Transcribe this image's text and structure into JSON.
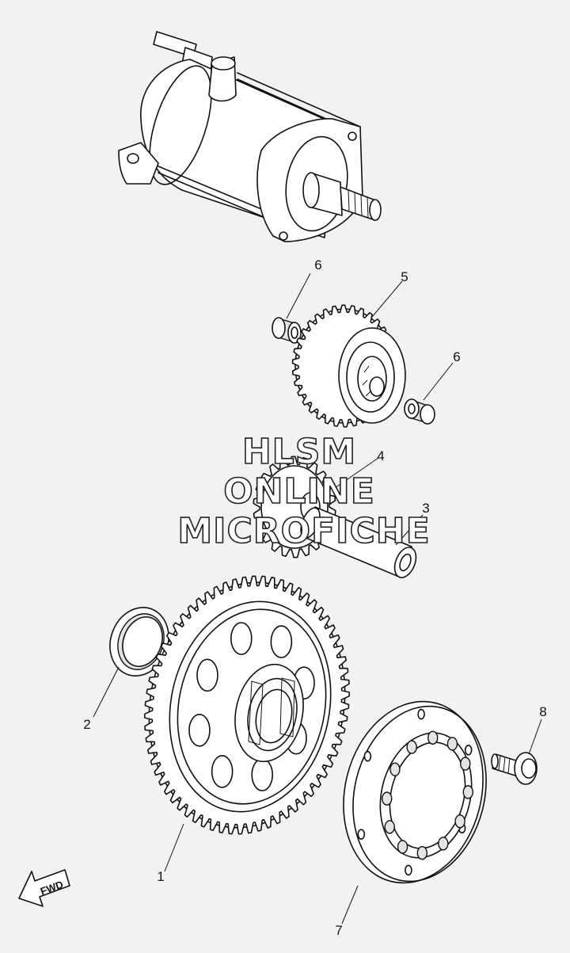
{
  "callouts": {
    "part_1": "1",
    "part_2": "2",
    "part_3": "3",
    "part_4": "4",
    "part_5": "5",
    "part_6_upper": "6",
    "part_6_lower": "6",
    "part_7": "7",
    "part_8": "8"
  },
  "watermark": {
    "line1": "HLSM",
    "line2": "ONLINE",
    "line3": "MICROFICHE"
  },
  "fwd_label": "FWD"
}
